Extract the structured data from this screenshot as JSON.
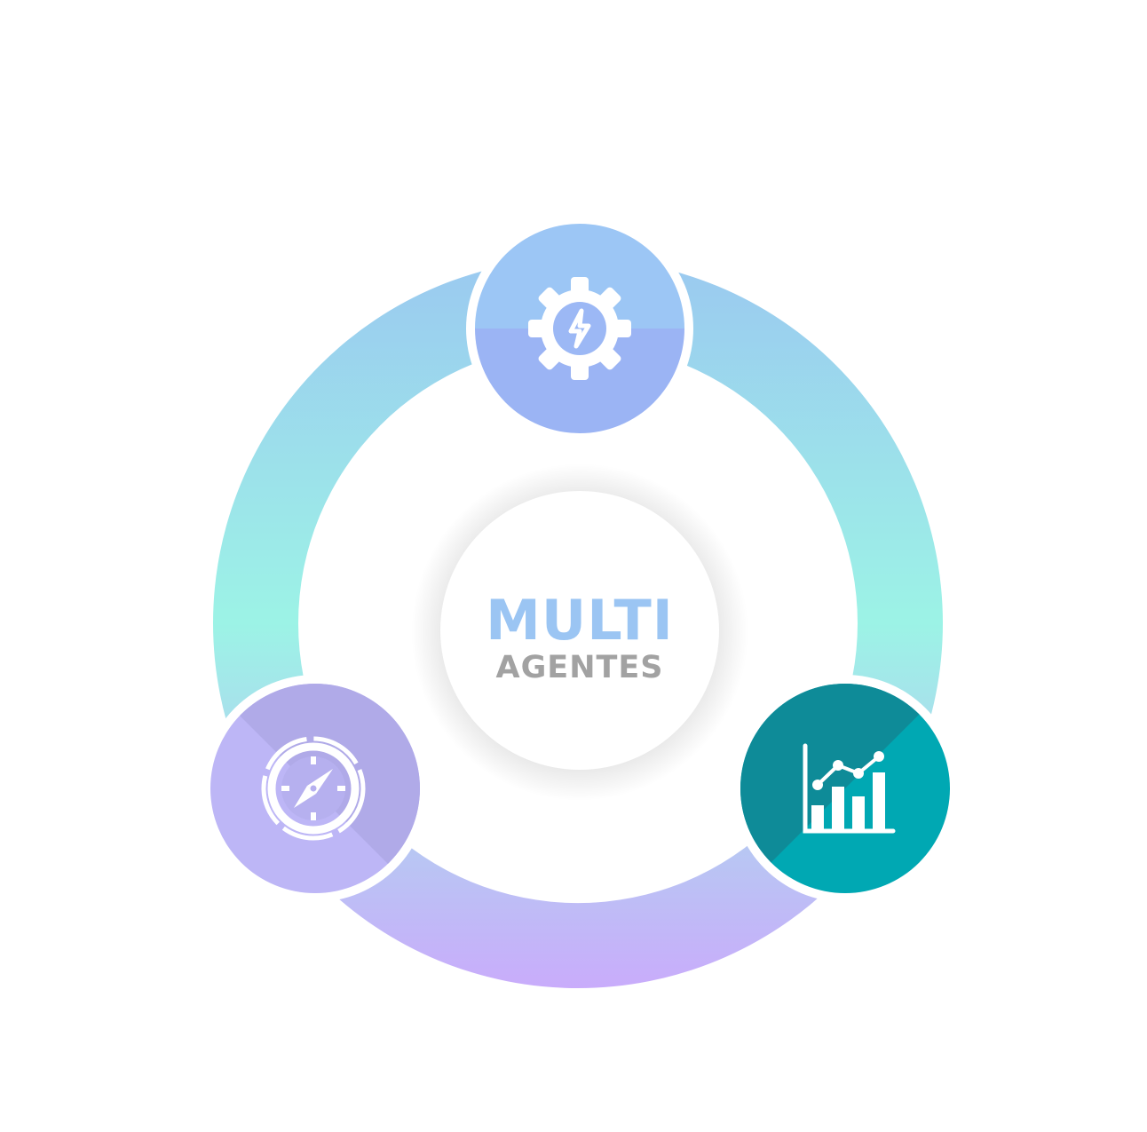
{
  "center": {
    "title_line1": "MULTI",
    "title_line2": "AGENTES"
  },
  "nodes": [
    {
      "id": "top",
      "icon": "gear-lightning-icon",
      "color_top": "#9cc6f5",
      "color_bottom": "#9bb4f4"
    },
    {
      "id": "right",
      "icon": "bar-line-chart-icon",
      "color_top": "#0e8b98",
      "color_bottom": "#00a8b3"
    },
    {
      "id": "left",
      "icon": "compass-icon",
      "color_top": "#b0aae8",
      "color_bottom": "#bdb6f6"
    }
  ],
  "colors": {
    "ring_top": "#9bc9f0",
    "ring_middle": "#9cf3e6",
    "ring_bottom": "#c9acfb",
    "title_line1": "#9bc5f3",
    "title_line2": "#a2a2a2",
    "node_border": "#ffffff"
  }
}
